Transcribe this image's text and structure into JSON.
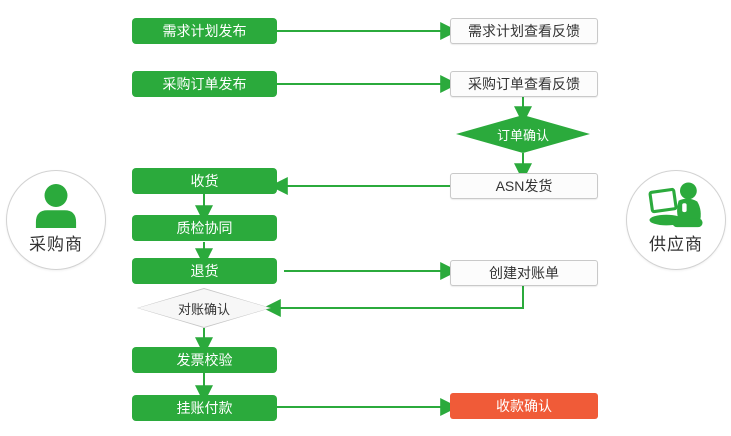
{
  "diagram_title": "procurement-collaboration-flowchart",
  "colors": {
    "green": "#2baa3c",
    "red": "#f05b38",
    "white_box_bg": "#fcfcfc",
    "box_border": "#c9c9c9",
    "text_dark": "#333333",
    "text_light": "#ffffff"
  },
  "actors": {
    "buyer": {
      "label": "采购商",
      "icon": "person-icon"
    },
    "supplier": {
      "label": "供应商",
      "icon": "person-laptop-icon"
    }
  },
  "nodes": {
    "demand_plan_publish": {
      "label": "需求计划发布",
      "style": "green"
    },
    "demand_plan_feedback": {
      "label": "需求计划查看反馈",
      "style": "white"
    },
    "po_publish": {
      "label": "采购订单发布",
      "style": "green"
    },
    "po_feedback": {
      "label": "采购订单查看反馈",
      "style": "white"
    },
    "order_confirm": {
      "label": "订单确认",
      "style": "green-diamond"
    },
    "asn_ship": {
      "label": "ASN发货",
      "style": "white"
    },
    "receive": {
      "label": "收货",
      "style": "green"
    },
    "quality_check": {
      "label": "质检协同",
      "style": "green"
    },
    "return_goods": {
      "label": "退货",
      "style": "green"
    },
    "create_statement": {
      "label": "创建对账单",
      "style": "white"
    },
    "statement_confirm": {
      "label": "对账确认",
      "style": "white-diamond"
    },
    "invoice_verify": {
      "label": "发票校验",
      "style": "green"
    },
    "payment": {
      "label": "挂账付款",
      "style": "green"
    },
    "payment_confirm": {
      "label": "收款确认",
      "style": "red"
    }
  },
  "edges": [
    {
      "from": "demand_plan_publish",
      "to": "demand_plan_feedback"
    },
    {
      "from": "po_publish",
      "to": "po_feedback"
    },
    {
      "from": "po_feedback",
      "to": "order_confirm"
    },
    {
      "from": "order_confirm",
      "to": "asn_ship"
    },
    {
      "from": "asn_ship",
      "to": "receive"
    },
    {
      "from": "receive",
      "to": "quality_check"
    },
    {
      "from": "quality_check",
      "to": "return_goods"
    },
    {
      "from": "return_goods",
      "to": "create_statement"
    },
    {
      "from": "create_statement",
      "to": "statement_confirm"
    },
    {
      "from": "statement_confirm",
      "to": "invoice_verify"
    },
    {
      "from": "invoice_verify",
      "to": "payment"
    },
    {
      "from": "payment",
      "to": "payment_confirm"
    }
  ]
}
